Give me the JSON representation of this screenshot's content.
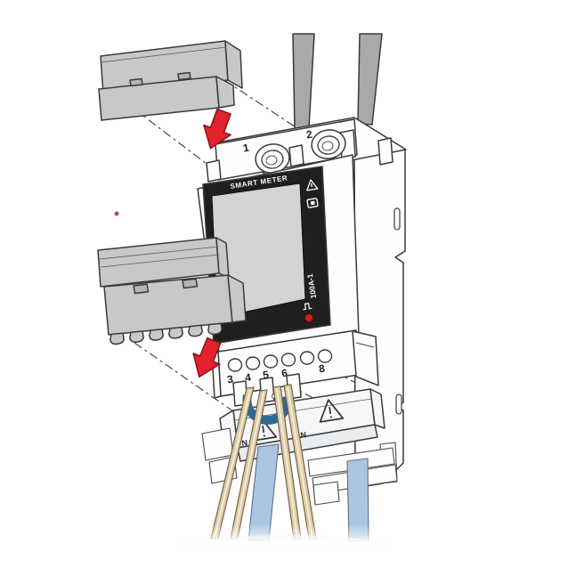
{
  "illustration": {
    "title": "smart-meter-installation-diagram",
    "device_label": "SMART METER",
    "rating_label": "100A-1",
    "top_terminal_labels": [
      "1",
      "2"
    ],
    "bottom_terminal_labels": [
      "3",
      "4",
      "5",
      "6",
      "8"
    ],
    "neutral_labels": [
      "N",
      "N"
    ],
    "icons": [
      "red-down-arrow-icon-top",
      "red-down-arrow-icon-bottom",
      "blue-wire-bend-arrow-icon",
      "warning-triangle-icon-bezel",
      "battery-icon",
      "pulse-output-icon",
      "red-led-indicator",
      "warning-triangle-icon-cover-left",
      "warning-triangle-icon-cover-right"
    ],
    "colors": {
      "cover_gray": "#c8c8c8",
      "cable_gray": "#a9a9a9",
      "arrow_red": "#e2222d",
      "arrow_blue": "#2a6b96",
      "wire_tan": "#dec9a2",
      "ribbon_blue": "#abc6e2",
      "bezel_black": "#1f1f1f",
      "lcd_gray": "#d3d3d3",
      "led_red": "#cf1d1d",
      "stray_dot_red": "#c04848"
    }
  }
}
